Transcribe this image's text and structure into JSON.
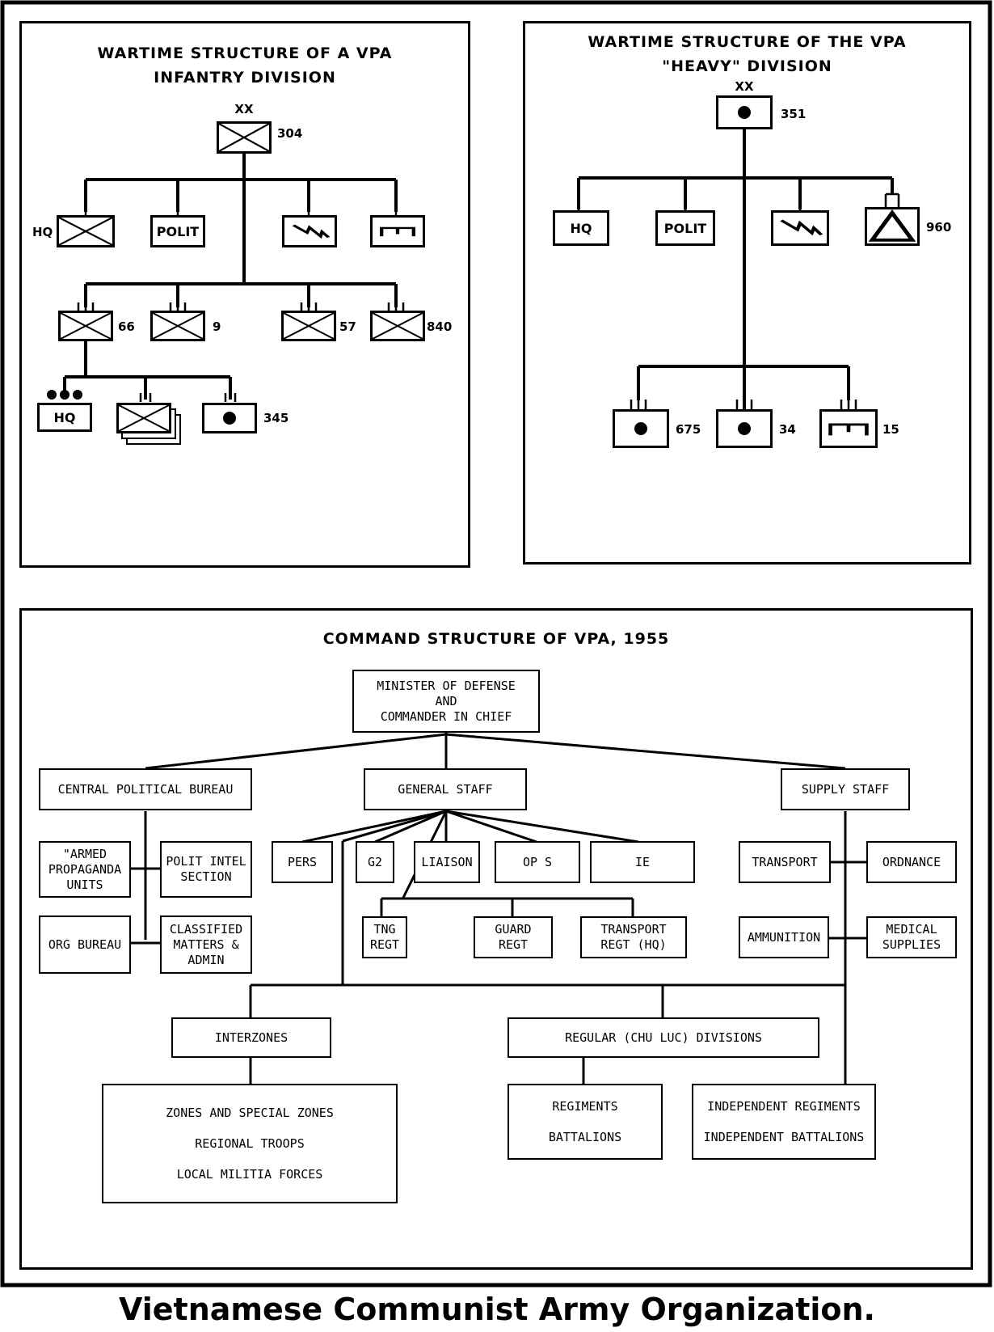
{
  "infantry": {
    "title_line1": "WARTIME STRUCTURE OF A VPA",
    "title_line2": "INFANTRY DIVISION",
    "echelon": "XX",
    "division": "304",
    "hq": "HQ",
    "polit": "POLIT",
    "reg1": "66",
    "reg2": "9",
    "reg3": "57",
    "reg4": "840",
    "sub_hq": "HQ",
    "sub_unit": "345"
  },
  "heavy": {
    "title_line1": "WARTIME STRUCTURE OF THE VPA",
    "title_line2": "\"HEAVY\" DIVISION",
    "echelon": "XX",
    "division": "351",
    "hq": "HQ",
    "polit": "POLIT",
    "aa": "960",
    "reg1": "675",
    "reg2": "34",
    "reg3": "15"
  },
  "command": {
    "title": "COMMAND STRUCTURE OF VPA, 1955",
    "minister": "MINISTER OF DEFENSE\nAND\nCOMMANDER IN CHIEF",
    "central_political_bureau": "CENTRAL POLITICAL BUREAU",
    "general_staff": "GENERAL STAFF",
    "supply_staff": "SUPPLY STAFF",
    "armed_propaganda": "\"ARMED\nPROPAGANDA\nUNITS",
    "polit_intel": "POLIT INTEL\nSECTION",
    "org_bureau": "ORG BUREAU",
    "classified": "CLASSIFIED\nMATTERS &\nADMIN",
    "pers": "PERS",
    "g2": "G2",
    "liaison": "LIAISON",
    "ops": "OP S",
    "ie": "IE",
    "tng_regt": "TNG\nREGT",
    "guard_regt": "GUARD\nREGT",
    "transport_regt": "TRANSPORT\nREGT (HQ)",
    "transport": "TRANSPORT",
    "ordnance": "ORDNANCE",
    "ammunition": "AMMUNITION",
    "medical": "MEDICAL\nSUPPLIES",
    "interzones": "INTERZONES",
    "regular_divisions": "REGULAR (CHU LUC) DIVISIONS",
    "zones_list": "ZONES AND SPECIAL ZONES\n\nREGIONAL TROOPS\n\nLOCAL MILITIA FORCES",
    "regiments_list": "REGIMENTS\n\nBATTALIONS",
    "independent_list": "INDEPENDENT REGIMENTS\n\nINDEPENDENT BATTALIONS"
  },
  "caption": "Vietnamese Communist Army Organization."
}
